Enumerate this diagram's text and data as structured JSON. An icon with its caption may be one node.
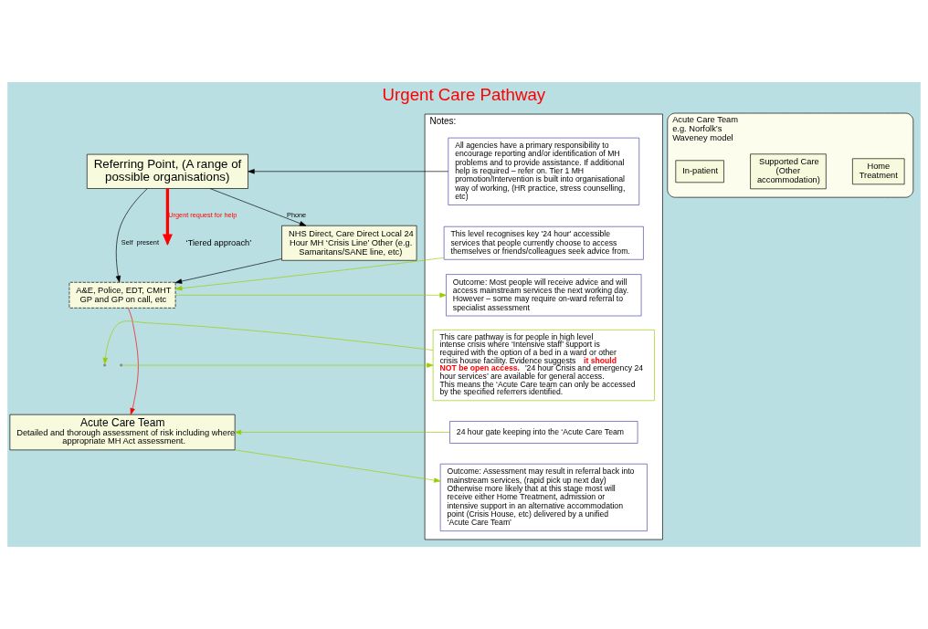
{
  "diagram": {
    "title": "Urgent Care Pathway",
    "nodes": [
      {
        "text": [
          "Referring Point, (A range of possible organisations)"
        ]
      },
      {
        "text": [
          "NHS Direct, Care Direct Local 24 Hour MH ‘Crisis Line’ Other (e.g. Samaritans/SANE line, etc)"
        ]
      },
      {
        "text": [
          "A&E, Police, EDT, CMHT GP and GP on call, etc"
        ]
      },
      {
        "text": [
          "Acute Care Team",
          "Detailed and thorough assessment of risk including where appropriate MH Act assessment."
        ]
      },
      {
        "text": [
          "Acute Care Team e.g. Norfolk’s Waveney model"
        ]
      },
      {
        "text": [
          "In-patient"
        ],
        "in": 4
      },
      {
        "text": [
          "Supported Care (Other accommodation)"
        ],
        "in": 4
      },
      {
        "text": [
          "Home Treatment"
        ],
        "in": 4
      },
      {
        "text": [
          "Notes:"
        ]
      },
      {
        "text": [
          "All agencies have a primary responsibility to encourage reporting and/or identification  of MH problems and to provide assistance. If additional help is required – refer on. Tier 1 MH promotion/Intervention is built into organisational way of working, (HR practice, stress counselling, etc)"
        ],
        "in": 8
      },
      {
        "text": [
          "This level recognises key '24 hour' accessible services that people currently choose to access themselves or friends/colleagues seek advice from."
        ],
        "in": 8
      },
      {
        "text": [
          "Outcome: Most people will receive advice and will access mainstream services the next working day. However – some may require on-ward referral to specialist assessment"
        ],
        "in": 8
      },
      {
        "text": [
          "This care pathway is for people in high level intense crisis where ‘Intensive staff’ support is required with the option of a bed in a ward or other crisis house facility. Evidence suggests **it should NOT be open access.** '24 hour Crisis and emergency 24 hour services’ are available for general access. This means the ‘Acute Care team can only be accessed by the specified referrers identified."
        ],
        "in": 8
      },
      {
        "text": [
          "24 hour gate keeping into the ‘Acute Care Team"
        ],
        "in": 8
      },
      {
        "text": [
          "Outcome: Assessment may result in referral back into mainstream services, (rapid pick up next day) Otherwise more likely that at this stage most will receive either Home Treatment, admission or intensive support in an alternative accommodation point (Crisis House, etc) delivered by a unified ‘Acute Care Team’"
        ],
        "in": 8
      }
    ],
    "edges": [
      {
        "from": 9,
        "to": 0,
        "arrow": "to",
        "color": "#000000"
      },
      {
        "from": 0,
        "to": 1,
        "arrow": "to",
        "label": "Phone",
        "color": "#000000"
      },
      {
        "from": 0,
        "to": null,
        "arrow": "to",
        "label": "Urgent request for help",
        "style": "thick",
        "color": "#ff0000"
      },
      {
        "from": 0,
        "to": 2,
        "arrow": "to",
        "label": "Self  present",
        "color": "#000000"
      },
      {
        "from": 1,
        "to": 2,
        "arrow": "to",
        "color": "#000000"
      },
      {
        "from": 10,
        "to": 2,
        "arrow": "to",
        "color": "#99cc00"
      },
      {
        "from": 2,
        "to": 11,
        "arrow": "to",
        "color": "#99cc00"
      },
      {
        "from": 2,
        "to": 3,
        "arrow": "to",
        "color": "#ff0000"
      },
      {
        "from": 12,
        "to": null,
        "arrow": "to",
        "color": "#99cc00"
      },
      {
        "from": null,
        "to": 12,
        "arrow": "to",
        "color": "#99cc00"
      },
      {
        "from": 13,
        "to": 3,
        "arrow": "to",
        "color": "#99cc00"
      },
      {
        "from": 3,
        "to": 14,
        "arrow": "to",
        "color": "#99cc00"
      }
    ],
    "labels": [
      "‘Tiered approach’"
    ]
  }
}
